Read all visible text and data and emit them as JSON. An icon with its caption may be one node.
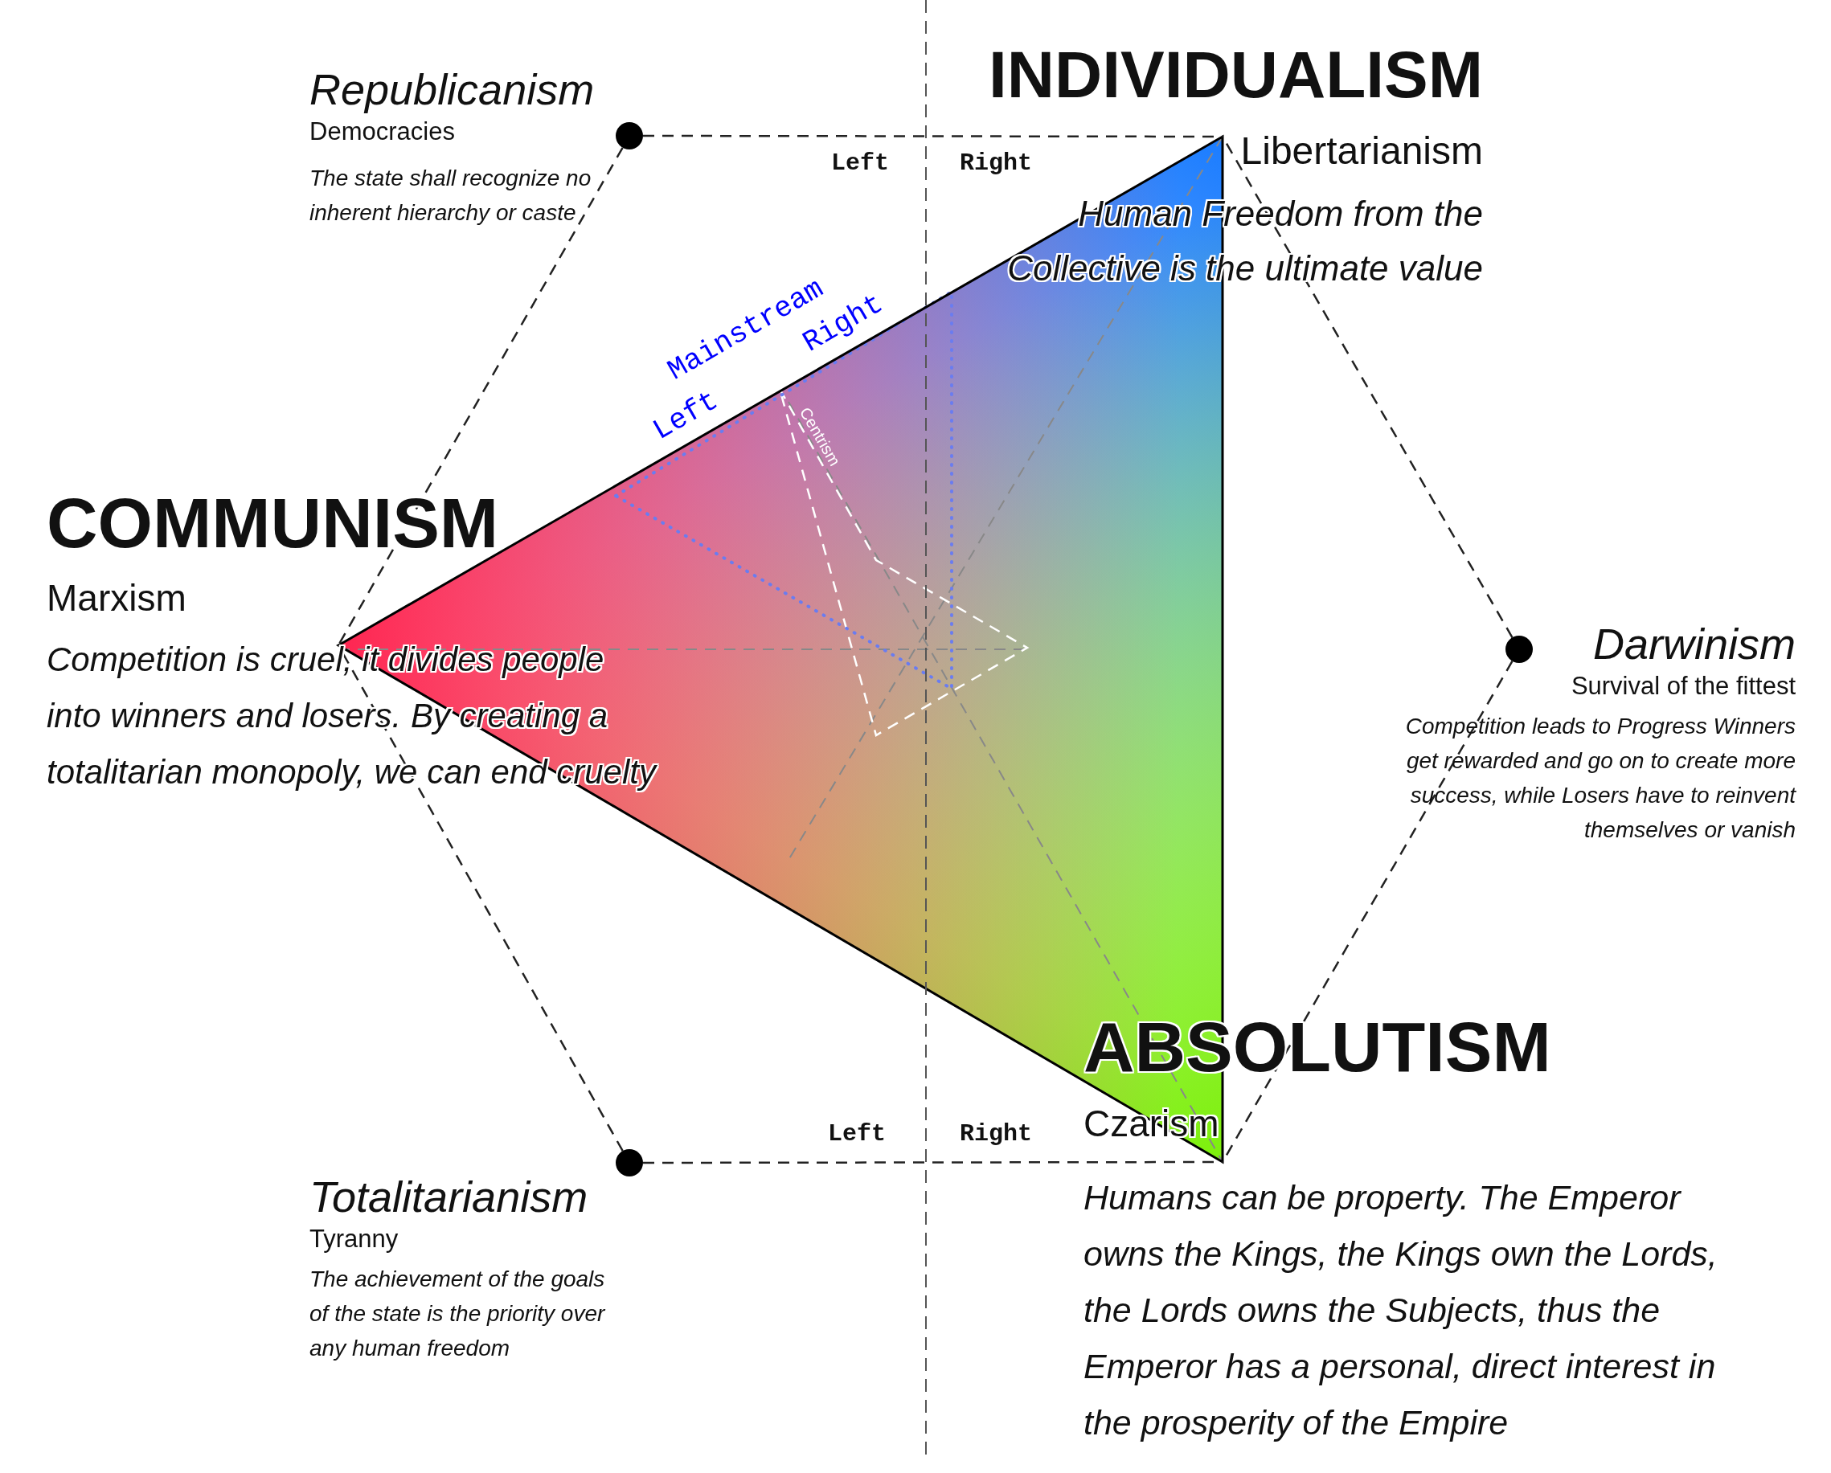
{
  "diagram": {
    "nodes": [
      {
        "text": [],
        "shape": "circle",
        "beside": [
          "Republicanism",
          "Democracies"
        ]
      },
      {
        "text": [],
        "shape": "triangle"
      },
      {
        "text": [],
        "shape": "circle",
        "beside": [
          "Darwinism",
          "Survival of the fittest",
          "Competition leads to Progress Winners get rewarded and go on to create more success, while Losers have to reinvent themselves or vanish"
        ]
      },
      {
        "text": [],
        "shape": "circle",
        "beside": [
          "Totalitarianism",
          "Tyranny",
          "The achievement of the goals of the state is the priority over any human freedom"
        ]
      }
    ],
    "edges": [
      {
        "from": 0,
        "to": 1,
        "arrow": "none",
        "style": "dashed"
      },
      {
        "from": 0,
        "to": 1,
        "arrow": "none",
        "style": "dashed"
      },
      {
        "from": 2,
        "to": 1,
        "arrow": "none",
        "style": "dashed"
      },
      {
        "from": 2,
        "to": 1,
        "arrow": "none",
        "style": "dashed"
      },
      {
        "from": 3,
        "to": 1,
        "arrow": "none",
        "style": "dashed"
      },
      {
        "from": 3,
        "to": 1,
        "arrow": "none",
        "style": "dashed"
      }
    ],
    "labels": [
      "The state shall recognize no inherent hierarchy or caste",
      "INDIVIDUALISM",
      "Left",
      "Right",
      "Libertarianism",
      "Human Freedom from the Collective is the ultimate value",
      "Mainstream",
      "Left",
      "Right",
      "Centrism",
      "COMMUNISM",
      "Marxism",
      "Competition is cruel, it divides people into winners and losers. By creating a totalitarian monopoly, we can end cruelty",
      "ABSOLUTISM",
      "Left",
      "Right",
      "Czarism",
      "Humans can be property. The Emperor owns the Kings, the Kings own the Lords, the Lords owns the Subjects, thus the Emperor has a personal, direct interest in the prosperity of the Empire"
    ]
  }
}
